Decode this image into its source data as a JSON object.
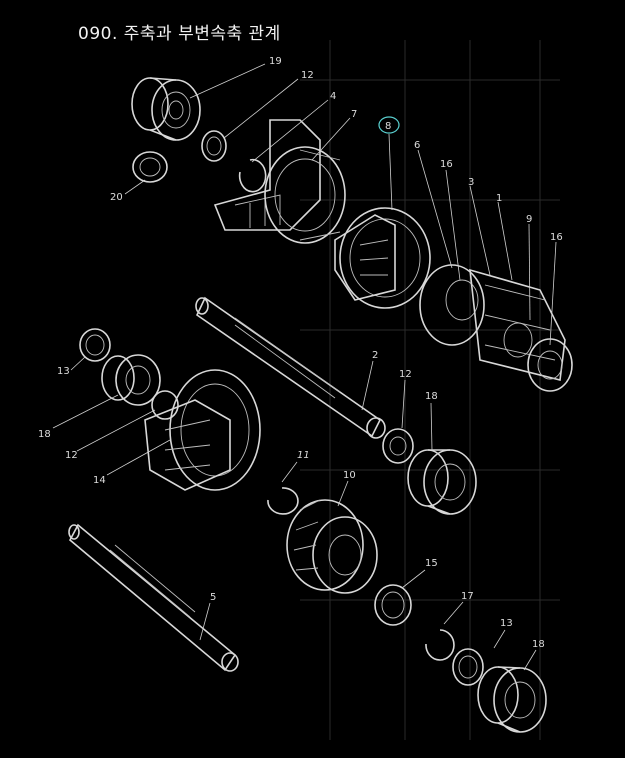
{
  "title": "090. 주축과 부변속축 관계",
  "highlight_color": "#5ad0d0",
  "callouts": {
    "n19": "19",
    "n12a": "12",
    "n4": "4",
    "n7": "7",
    "n8": "8",
    "n6": "6",
    "n16a": "16",
    "n3": "3",
    "n1": "1",
    "n9": "9",
    "n16b": "16",
    "n20": "20",
    "n13a": "13",
    "n18a": "18",
    "n12b": "12",
    "n14": "14",
    "n2": "2",
    "n12c": "12",
    "n18b": "18",
    "n11": "11",
    "n10": "10",
    "n5": "5",
    "n15": "15",
    "n17": "17",
    "n13b": "13",
    "n18c": "18"
  }
}
